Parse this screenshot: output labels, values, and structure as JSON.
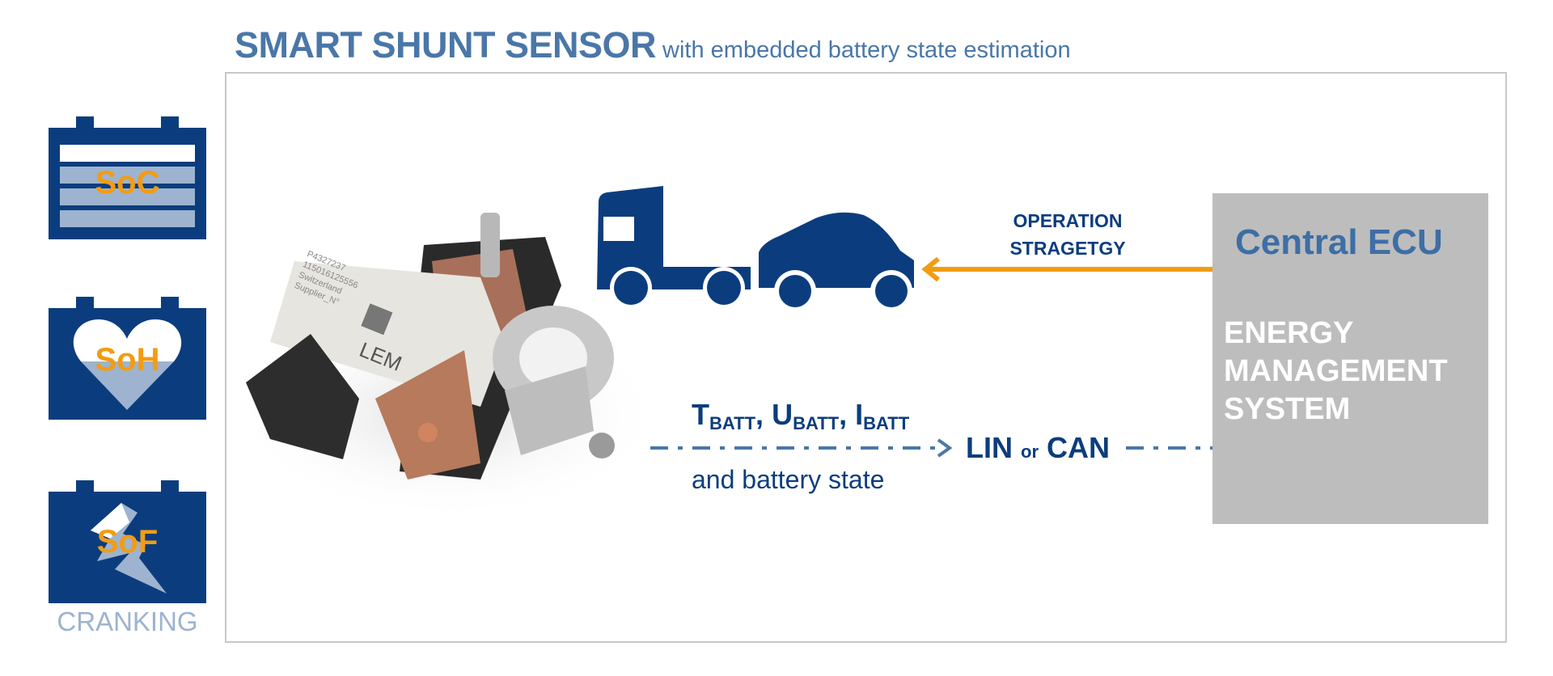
{
  "header": {
    "title": "SMART SHUNT SENSOR",
    "subtitle": "with embedded battery state estimation"
  },
  "batteries": [
    {
      "label": "SoC"
    },
    {
      "label": "SoH"
    },
    {
      "label": "SoF",
      "caption": "CRANKING"
    }
  ],
  "vehicles": {
    "operation_label_line1": "OPERATION",
    "operation_label_line2": "STRAGETGY"
  },
  "ecu": {
    "title": "Central ECU",
    "line1": "ENERGY",
    "line2": "MANAGEMENT",
    "line3": "SYSTEM"
  },
  "signals": {
    "t": "T",
    "u": "U",
    "i": "I",
    "sub": "BATT",
    "sep": ",",
    "state": "and battery state"
  },
  "bus": {
    "lin": "LIN",
    "or": "or",
    "can": "CAN"
  },
  "sensor": {
    "brand": "LEM",
    "label_lines": [
      "P4327237",
      "115016125556",
      "Switzerland",
      "Supplier_N°"
    ]
  },
  "colors": {
    "navy": "#0b3d7e",
    "accent": "#f39c12",
    "title": "#4a77a8",
    "ecu_bg": "#bdbdbd"
  }
}
